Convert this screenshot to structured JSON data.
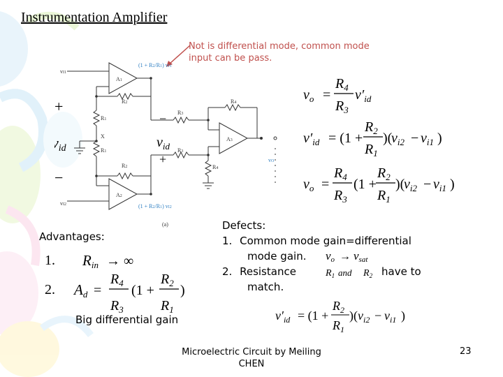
{
  "title": "Instrumentation Amplifier",
  "note": "Not is differential mode, common mode input can be pass.",
  "advantages_label": "Advantages:",
  "advantages": [
    {
      "num": "1.",
      "expr": "R_in → ∞"
    },
    {
      "num": "2.",
      "expr": "A_d = (R4/R3)(1 + R2/R1)"
    }
  ],
  "big_gain": "Big differential gain",
  "defects": {
    "title": "Defects:",
    "item1_num": "1.",
    "item1_text": "Common mode gain=differential",
    "item1_cont": "mode gain.",
    "item2_num": "2.",
    "item2_text": "Resistance",
    "item2_tail": "have to",
    "item2_cont": "match."
  },
  "footer": "Microelectric Circuit by Meiling CHEN",
  "page_number": "23",
  "colors": {
    "accent": "#c0504d",
    "circuit_blue": "#2e7fc2"
  }
}
